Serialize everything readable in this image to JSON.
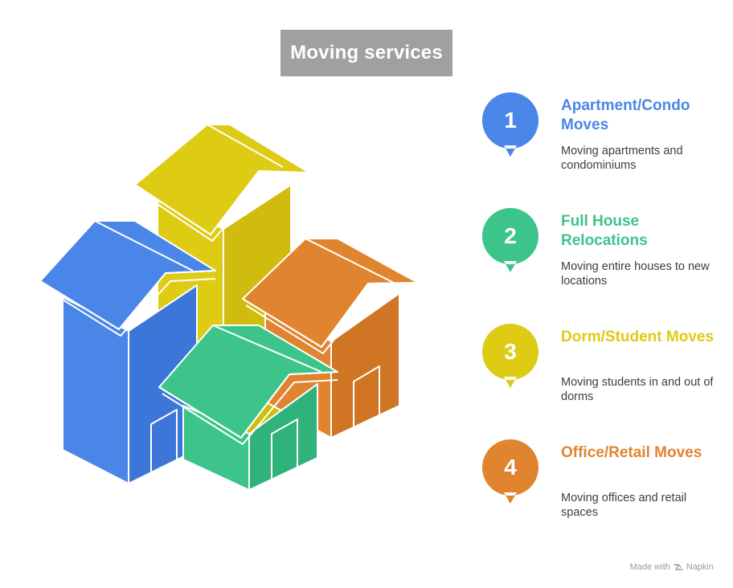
{
  "title": "Moving services",
  "steps": [
    {
      "number": "1",
      "title": "Apartment/Condo Moves",
      "description": "Moving apartments and condominiums",
      "color": "#4A86E8"
    },
    {
      "number": "2",
      "title": "Full House Relocations",
      "description": "Moving entire houses to new locations",
      "color": "#3DC48A"
    },
    {
      "number": "3",
      "title": "Dorm/Student Moves",
      "description": "Moving students in and out of dorms",
      "color": "#DECB14"
    },
    {
      "number": "4",
      "title": "Office/Retail Moves",
      "description": "Moving offices and retail spaces",
      "color": "#E08430"
    }
  ],
  "houses": {
    "icon": "house-icon",
    "colors": [
      "#4A86E8",
      "#DECB14",
      "#E08430",
      "#3DC48A"
    ]
  },
  "credit": {
    "made_with": "Made with",
    "brand": "Napkin",
    "icon": "napkin-logo-icon"
  }
}
